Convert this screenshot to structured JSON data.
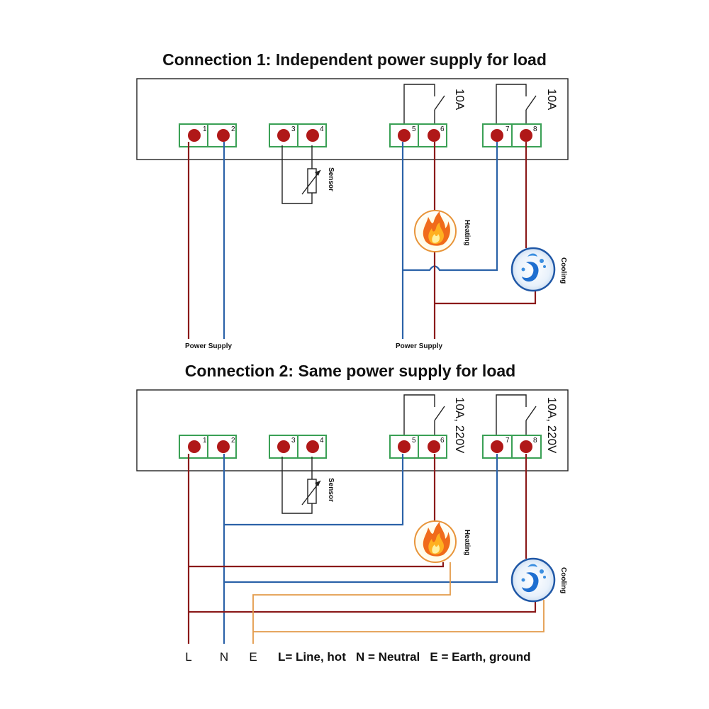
{
  "connection1": {
    "title": "Connection 1: Independent power supply for load",
    "terminals": [
      "1",
      "2",
      "3",
      "4",
      "5",
      "6",
      "7",
      "8"
    ],
    "relay_ratings": [
      "10A",
      "10A"
    ],
    "sensor_label": "Sensor",
    "heating_label": "Heating",
    "cooling_label": "Cooling",
    "power_supply_labels": [
      "Power Supply",
      "Power Supply"
    ]
  },
  "connection2": {
    "title": "Connection 2: Same power supply for load",
    "terminals": [
      "1",
      "2",
      "3",
      "4",
      "5",
      "6",
      "7",
      "8"
    ],
    "relay_ratings": [
      "10A, 220V",
      "10A, 220V"
    ],
    "sensor_label": "Sensor",
    "heating_label": "Heating",
    "cooling_label": "Cooling",
    "bus_labels": [
      "L",
      "N",
      "E"
    ],
    "legend": "L= Line, hot   N = Neutral   E = Earth, ground"
  },
  "colors": {
    "line_wire": "#8b1a1a",
    "neutral_wire": "#2b62a8",
    "earth_wire": "#e39b4a",
    "terminal_border": "#3aa055",
    "terminal_dot": "#b01818"
  }
}
